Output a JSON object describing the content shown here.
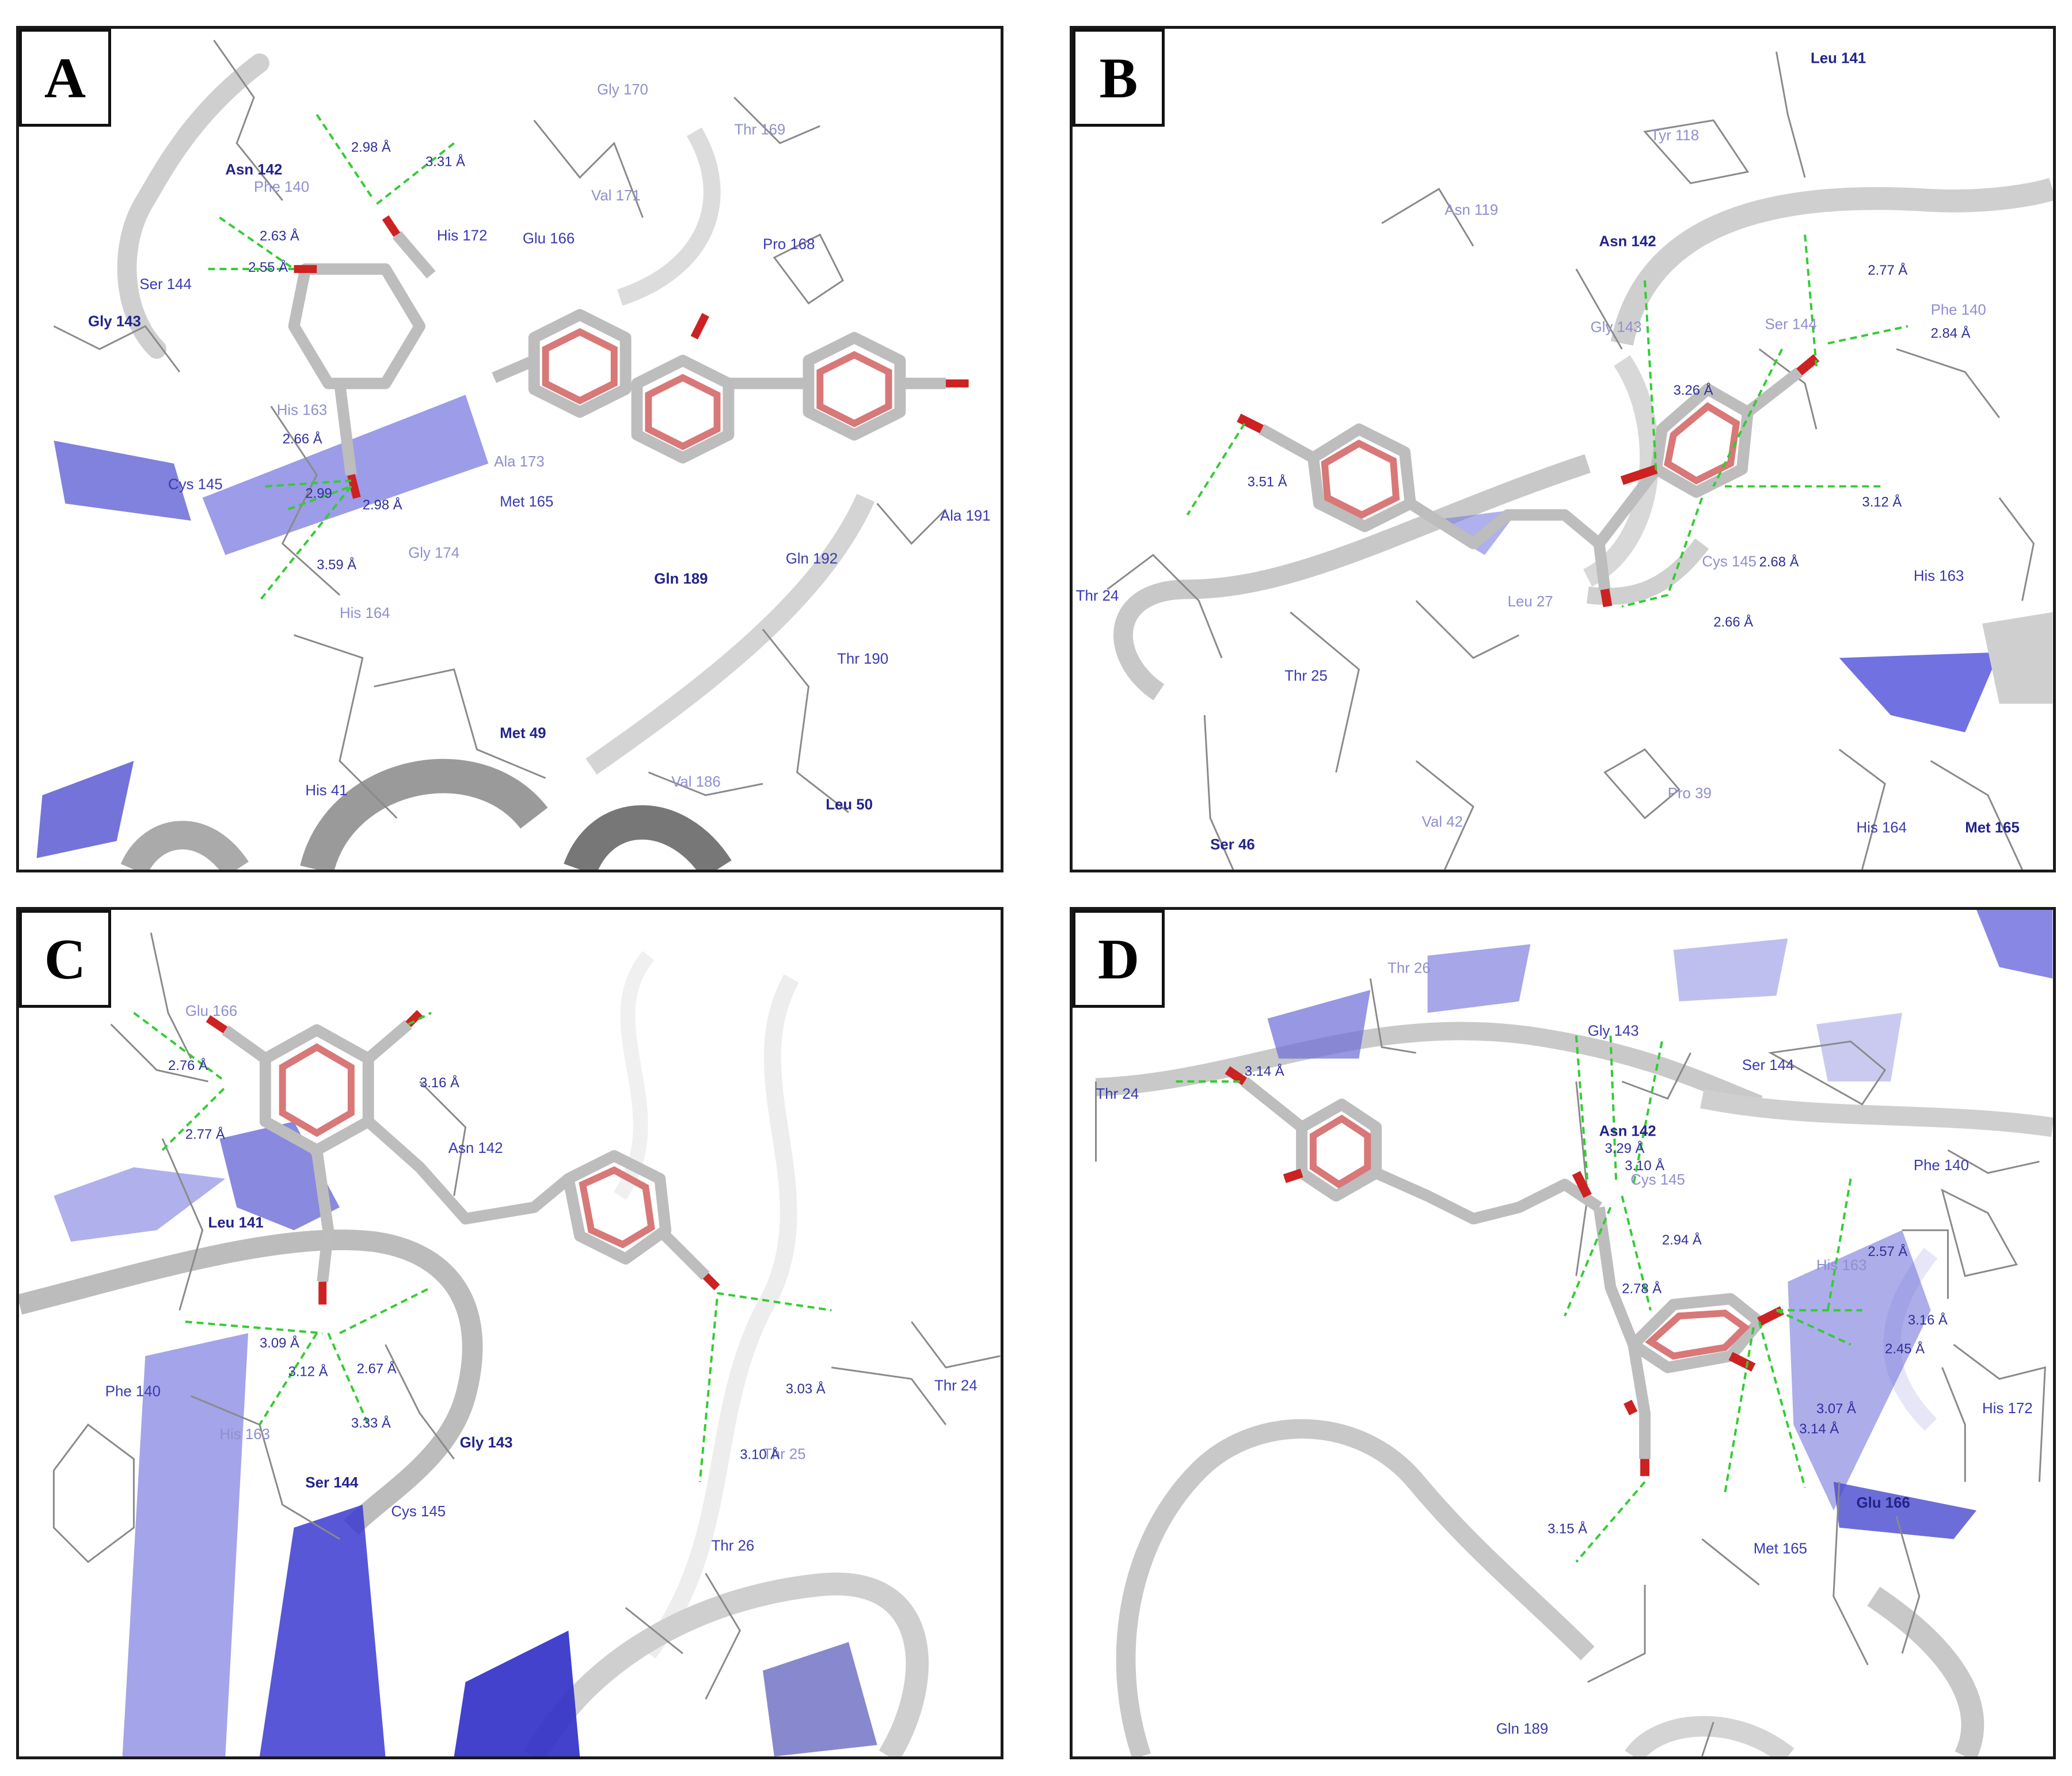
{
  "panels": [
    {
      "id": "A",
      "letter": "A",
      "residues": [
        "Gly 170",
        "Thr 169",
        "Asn 142",
        "Phe 140",
        "Val 171",
        "His 172",
        "Glu 166",
        "Pro 168",
        "Ser 144",
        "Gly 143",
        "His 163",
        "Cys 145",
        "Ala 173",
        "Met 165",
        "Ala 191",
        "Gly 174",
        "Gln 189",
        "Gln 192",
        "His 164",
        "Thr 190",
        "Met 49",
        "Val 186",
        "Leu 50",
        "His 41"
      ],
      "distances": [
        "2.98 Å",
        "3.31 Å",
        "2.63 Å",
        "2.55 Å",
        "2.66 Å",
        "2.99",
        "2.98 Å",
        "3.59 Å"
      ]
    },
    {
      "id": "B",
      "letter": "B",
      "residues": [
        "Leu 141",
        "Tyr 118",
        "Asn 119",
        "Asn 142",
        "Phe 140",
        "Gly 143",
        "Ser 144",
        "Cys 145",
        "His 163",
        "Thr 24",
        "Leu 27",
        "Thr 25",
        "Ser 46",
        "Val 42",
        "Pro 39",
        "His 164",
        "Met 165"
      ],
      "distances": [
        "2.77 Å",
        "2.84 Å",
        "3.26 Å",
        "3.51 Å",
        "3.12 Å",
        "2.68 Å",
        "2.66 Å"
      ]
    },
    {
      "id": "C",
      "letter": "C",
      "residues": [
        "Glu 166",
        "Asn 142",
        "Leu 141",
        "Phe 140",
        "His 163",
        "Ser 144",
        "Cys 145",
        "Gly 143",
        "Thr 24",
        "Thr 25",
        "Thr 26"
      ],
      "distances": [
        "2.76 Å",
        "3.16 Å",
        "2.77 Å",
        "3.09 Å",
        "3.12 Å",
        "2.67 Å",
        "3.33 Å",
        "3.03 Å",
        "3.10 Å"
      ]
    },
    {
      "id": "D",
      "letter": "D",
      "residues": [
        "Thr 26",
        "Thr 24",
        "Gly 143",
        "Ser 144",
        "Asn 142",
        "Cys 145",
        "Phe 140",
        "His 163",
        "His 172",
        "Met 165",
        "Glu 166",
        "Gln 189"
      ],
      "distances": [
        "3.14 Å",
        "3.29 Å",
        "3.10 Å",
        "2.94 Å",
        "2.78 Å",
        "2.57 Å",
        "3.16 Å",
        "2.45 Å",
        "3.07 Å",
        "3.14 Å",
        "3.15 Å"
      ]
    }
  ]
}
